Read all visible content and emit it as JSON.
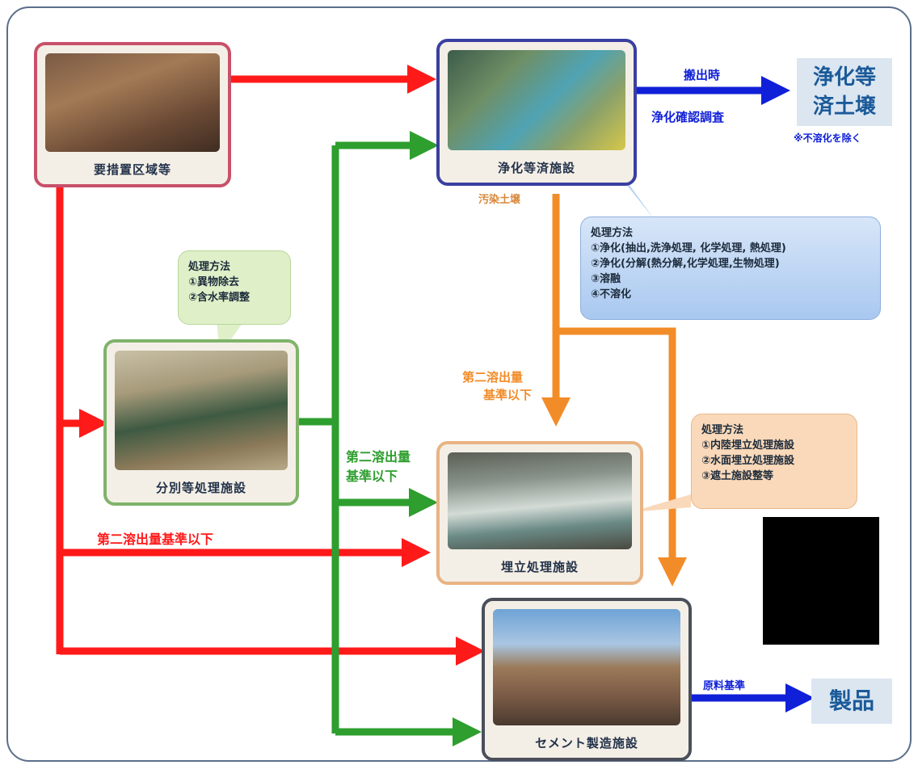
{
  "nodes": {
    "excavation": {
      "caption": "要措置区域等"
    },
    "purification": {
      "caption": "浄化等済施設",
      "sub_label": "汚染土壌"
    },
    "sorting": {
      "caption": "分別等処理施設"
    },
    "landfill": {
      "caption": "埋立処理施設"
    },
    "cement": {
      "caption": "セメント製造施設"
    }
  },
  "callouts": {
    "purification_methods": {
      "lines": [
        "処理方法",
        "①浄化(抽出,洗浄処理, 化学処理, 熱処理)",
        "②浄化(分解(熱分解,化学処理,生物処理)",
        "③溶融",
        "④不溶化"
      ]
    },
    "sorting_methods": {
      "lines": [
        "処理方法",
        "①異物除去",
        "②含水率調整"
      ]
    },
    "landfill_methods": {
      "lines": [
        "処理方法",
        "①内陸埋立処理施設",
        "②水面埋立処理施設",
        "③遮土施設整等"
      ]
    }
  },
  "labels": {
    "carry_out": "搬出時",
    "purify_survey": "浄化確認調査",
    "orange_second": [
      "第二溶出量",
      "基準以下"
    ],
    "green_second": [
      "第二溶出量",
      "基準以下"
    ],
    "red_second": "第二溶出量基準以下",
    "raw_material": "原料基準"
  },
  "destinations": {
    "purified_soil": {
      "lines": [
        "浄化等",
        "済土壌"
      ],
      "note": "※不溶化を除く"
    },
    "product": {
      "label": "製品"
    }
  },
  "colors": {
    "red": "#ff1a1a",
    "green": "#2e9e2e",
    "orange": "#f28c28",
    "blue": "#1020d8"
  }
}
